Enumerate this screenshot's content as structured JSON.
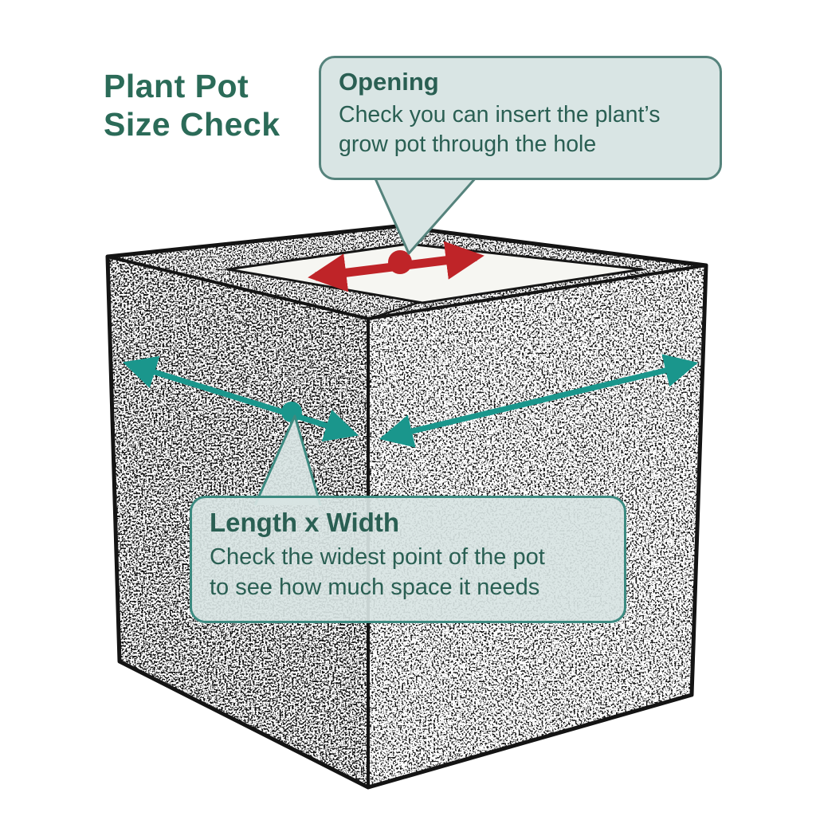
{
  "title": {
    "line1": "Plant Pot",
    "line2": "Size Check"
  },
  "callouts": {
    "opening": {
      "heading": "Opening",
      "body_line1": "Check you can insert the plant’s",
      "body_line2": "grow pot through the hole"
    },
    "length_width": {
      "heading": "Length x Width",
      "body_line1": "Check the widest point of the pot",
      "body_line2": "to see how much space it needs"
    }
  },
  "diagram": {
    "subject": "Cube planter sketch with measurement arrows",
    "colors": {
      "text_teal": "#2a6557",
      "accent_teal": "#1a968c",
      "arrow_red": "#bf2428",
      "callout_bg": "#d9e5e4",
      "callout_border": "#4e837b",
      "sketch_outline": "#141414"
    }
  }
}
